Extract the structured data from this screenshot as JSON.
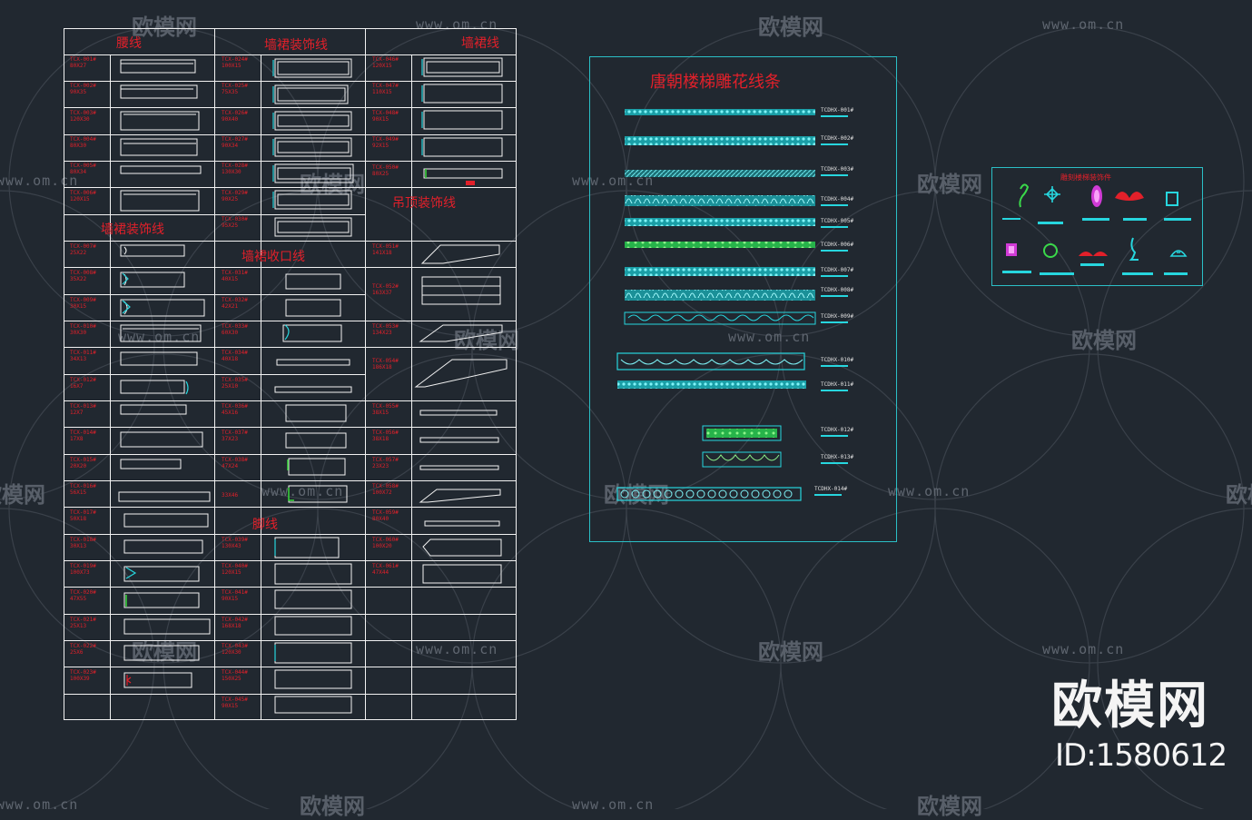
{
  "left_sheet": {
    "headers": [
      "腰线",
      "墙裙装饰线",
      "墙裙线"
    ],
    "mid_headers": {
      "col1": "墙裙装饰线",
      "col2": "墙裙收口线",
      "col3": "吊顶装饰线",
      "col2_low": "脚线"
    },
    "col1": [
      "TCX-001#\n80X27",
      "TCX-002#\n90X35",
      "TCX-003#\n120X30",
      "TCX-004#\n80X30",
      "TCX-005#\n80X34",
      "TCX-006#\n120X15",
      "TCX-007#\n25X22",
      "TCX-008#\n35X22",
      "TCX-009#\n30X15",
      "TCX-010#\n30X30",
      "TCX-011#\n34X13",
      "TCX-012#\n16X7",
      "TCX-013#\n12X7",
      "TCX-014#\n17X8",
      "TCX-015#\n20X20",
      "TCX-016#\n56X15",
      "TCX-017#\n50X18",
      "TCX-018#\n30X13",
      "TCX-019#\n100X73",
      "TCX-020#\n47X55",
      "TCX-021#\n25X13",
      "TCX-022#\n25X6",
      "TCX-023#\n100X39"
    ],
    "col2": [
      "TCX-024#\n100X15",
      "TCX-025#\n75X35",
      "TCX-026#\n90X40",
      "TCX-027#\n90X34",
      "TCX-028#\n130X30",
      "TCX-029#\n90X25",
      "TCX-030#\n95X25",
      "TCX-031#\n40X15",
      "TCX-032#\n42X21",
      "TCX-033#\n60X30",
      "TCX-034#\n40X18",
      "TCX-035#\n25X10",
      "TCX-036#\n45X16",
      "TCX-037#\n37X23",
      "TCX-038#\n47X24",
      "33X46",
      "TCX-039#\n130X43",
      "TCX-040#\n120X15",
      "TCX-041#\n90X15",
      "TCX-042#\n168X18",
      "TCX-043#\n120X30",
      "TCX-044#\n150X25",
      "TCX-045#\n90X15"
    ],
    "col3": [
      "TCX-046#\n120X15",
      "TCX-047#\n110X15",
      "TCX-048#\n90X15",
      "TCX-049#\n92X15",
      "TCX-050#\n80X25",
      "TCX-051#\n141X18",
      "TCX-052#\n163X37",
      "TCX-053#\n134X23",
      "TCX-054#\n186X18",
      "TCX-055#\n38X15",
      "TCX-056#\n38X18",
      "TCX-057#\n23X23",
      "TCX-058#\n100X72",
      "TCX-059#\n80X40",
      "TCX-060#\n100X20",
      "TCX-061#\n47X44"
    ]
  },
  "center_sheet": {
    "title": "唐朝楼梯雕花线条",
    "items": [
      "TCDHX-001#",
      "TCDHX-002#",
      "TCDHX-003#",
      "TCDHX-004#",
      "TCDHX-005#",
      "TCDHX-006#",
      "TCDHX-007#",
      "TCDHX-008#",
      "TCDHX-009#",
      "TCDHX-010#",
      "TCDHX-011#",
      "TCDHX-012#",
      "TCDHX-013#",
      "TCDHX-014#"
    ]
  },
  "right_sheet": {
    "title": "雕刻楼梯装饰件"
  },
  "watermarks": {
    "brand_cn": "欧模网",
    "url": "www.om.cn",
    "big_logo": "欧模网",
    "id_text": "ID:1580612"
  },
  "colors": {
    "background": "#212830",
    "line": "#f2f2f2",
    "label": "#e2202a",
    "cyan": "#27d6de",
    "frame": "#2bbfc6"
  }
}
